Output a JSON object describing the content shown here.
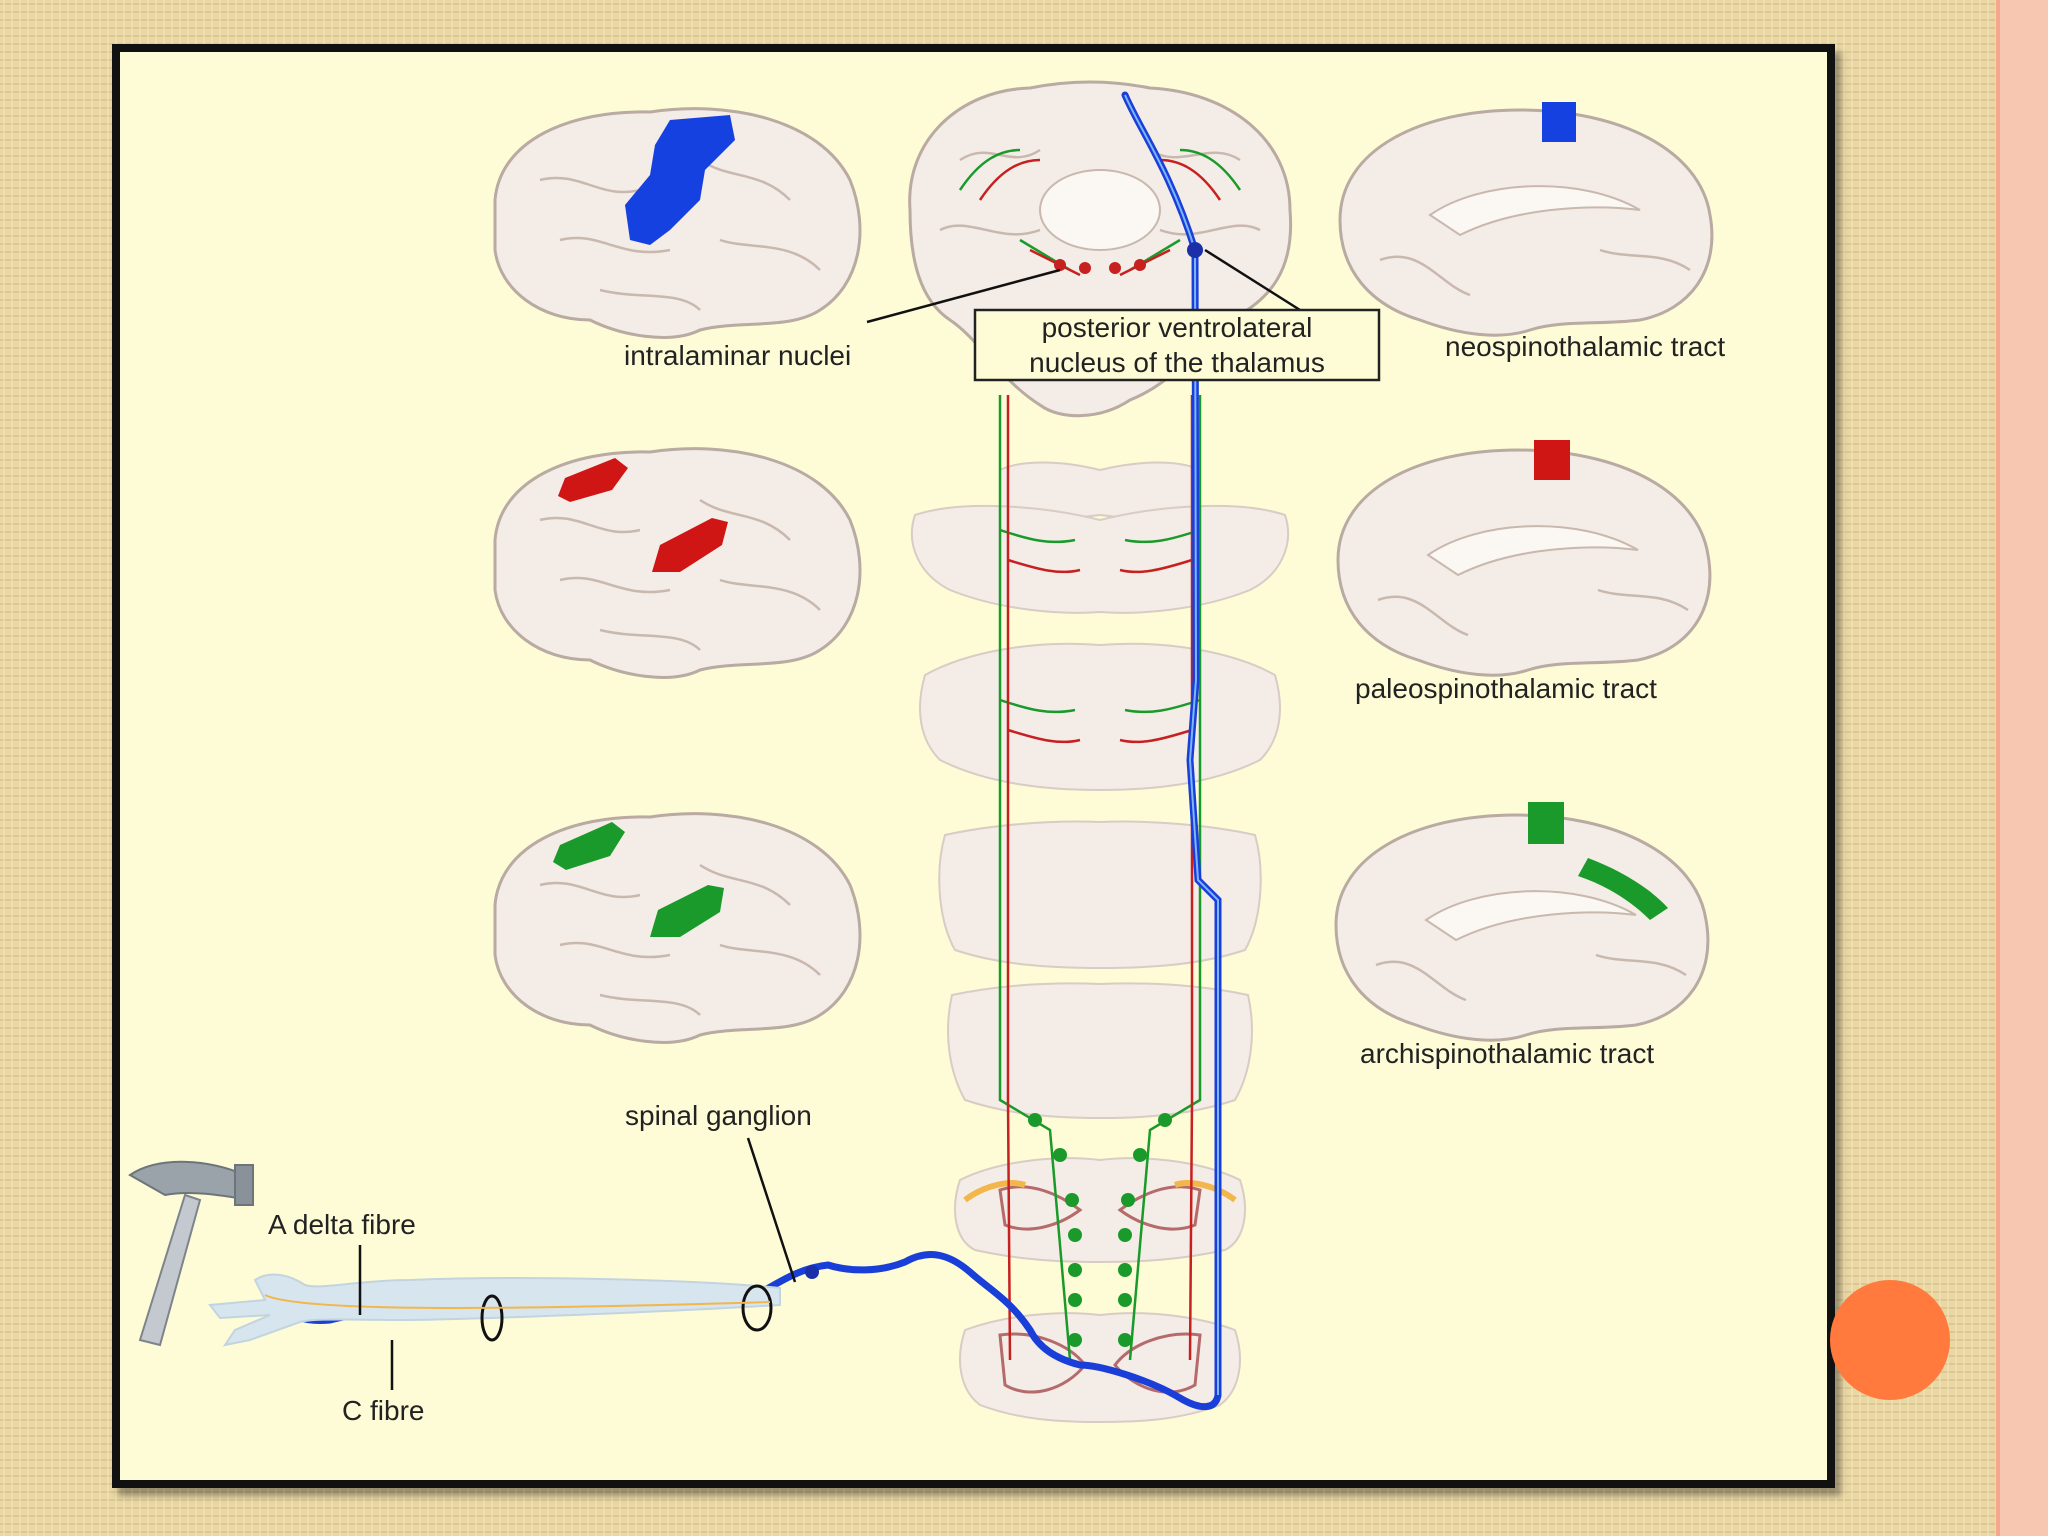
{
  "labels": {
    "intralaminar": "intralaminar nuclei",
    "pvn_line1": "posterior ventrolateral",
    "pvn_line2": "nucleus of the thalamus",
    "neo": "neospinothalamic tract",
    "paleo": "paleospinothalamic tract",
    "archi": "archispinothalamic tract",
    "spinal_ganglion": "spinal ganglion",
    "a_delta": "A delta fibre",
    "c_fibre": "C fibre"
  },
  "colors": {
    "neo_tract": "#1a3fd8",
    "paleo_tract": "#d01515",
    "archi_tract": "#1a9a2a",
    "frame_bg": "#fefcd6",
    "brain_fill": "#f4ece6",
    "accent": "#ff7a3c"
  }
}
